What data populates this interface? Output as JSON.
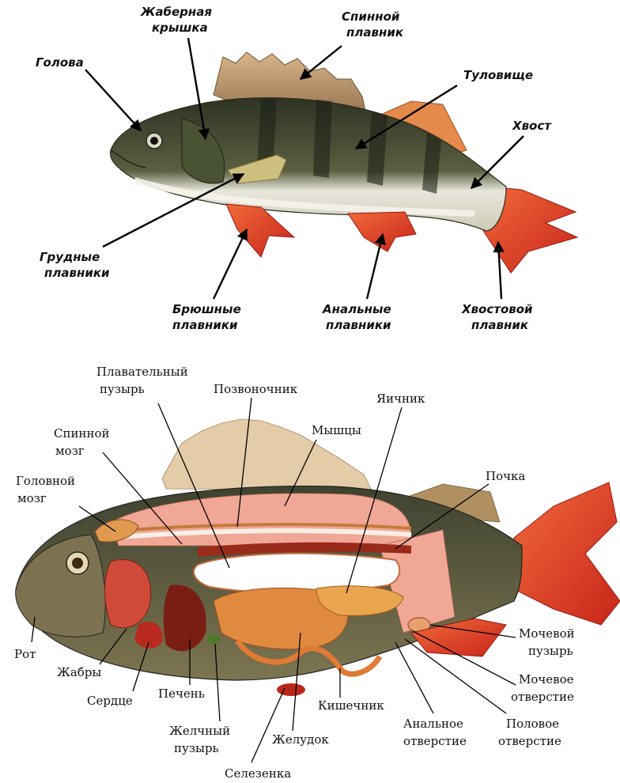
{
  "external": {
    "labels": {
      "head": "Голова",
      "gill_cover_1": "Жаберная",
      "gill_cover_2": "крышка",
      "dorsal_1": "Спинной",
      "dorsal_2": "плавник",
      "trunk": "Туловище",
      "tail": "Хвост",
      "pectoral_1": "Грудные",
      "pectoral_2": "плавники",
      "pelvic_1": "Брюшные",
      "pelvic_2": "плавники",
      "anal_1": "Анальные",
      "anal_2": "плавники",
      "caudal_1": "Хвостовой",
      "caudal_2": "плавник"
    }
  },
  "internal": {
    "labels": {
      "swim_bladder_1": "Плавательный",
      "swim_bladder_2": "пузырь",
      "spine": "Позвоночник",
      "ovary": "Яичник",
      "spinal_cord_1": "Спинной",
      "spinal_cord_2": "мозг",
      "muscles": "Мышцы",
      "brain_1": "Головной",
      "brain_2": "мозг",
      "kidney": "Почка",
      "mouth": "Рот",
      "gills": "Жабры",
      "heart": "Сердце",
      "liver": "Печень",
      "gallbladder_1": "Желчный",
      "gallbladder_2": "пузырь",
      "stomach": "Желудок",
      "intestine": "Кишечник",
      "spleen": "Селезенка",
      "anus_1": "Анальное",
      "anus_2": "отверстие",
      "genital_1": "Половое",
      "genital_2": "отверстие",
      "urinary_bladder_1": "Мочевой",
      "urinary_bladder_2": "пузырь",
      "urinary_opening_1": "Мочевое",
      "urinary_opening_2": "отверстие"
    }
  },
  "colors": {
    "body_dark": "#3b3f2c",
    "body_mid": "#6b6f45",
    "belly": "#e8e6dc",
    "fin_red": "#e0422a",
    "fin_tan": "#c9a27a",
    "muscle_pink": "#f0a795",
    "organ_orange": "#d98a3a",
    "bladder_white": "#ffffff"
  }
}
